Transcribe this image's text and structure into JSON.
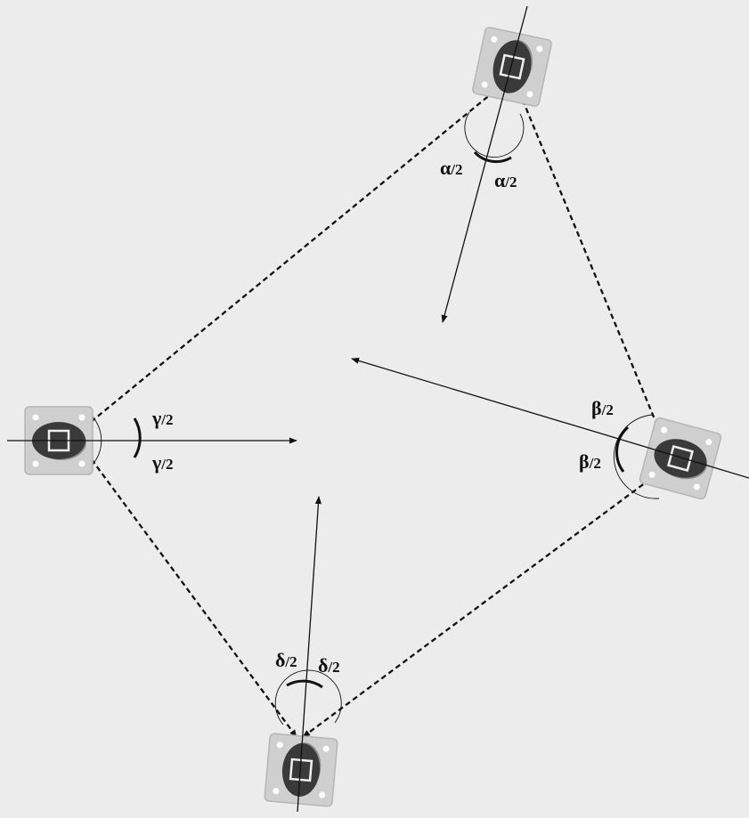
{
  "diagram": {
    "colors": {
      "background": "#ececec",
      "plate": "#cfcfcf",
      "plate_edge": "#b5b5b5",
      "body": "#3a3a3a",
      "line": "#111111"
    },
    "labels": {
      "alpha": {
        "left": "α",
        "right": "α",
        "divisor": "/2"
      },
      "beta": {
        "upper": "β",
        "lower": "β",
        "divisor": "/2"
      },
      "gamma": {
        "upper": "γ",
        "lower": "γ",
        "divisor": "/2"
      },
      "delta": {
        "left": "δ",
        "right": "δ",
        "divisor": "/2"
      }
    }
  }
}
